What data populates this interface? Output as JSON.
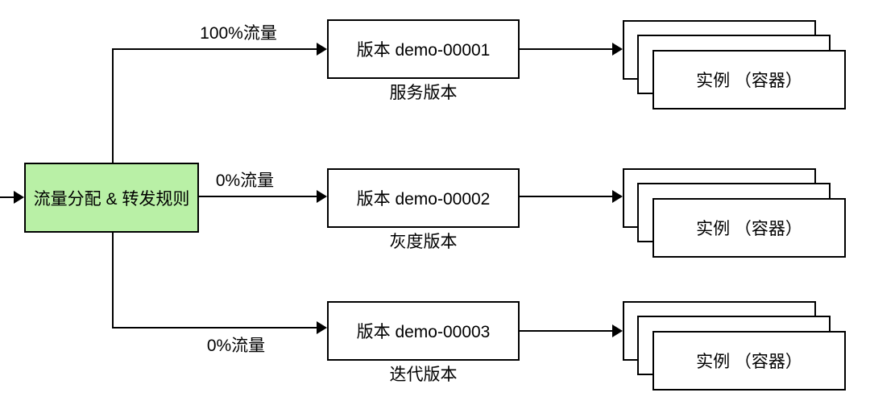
{
  "diagram": {
    "router": {
      "label": "流量分配 & 转发规则"
    },
    "rows": [
      {
        "traffic": "100%流量",
        "version": "版本 demo-00001",
        "caption": "服务版本",
        "instance": "实例 （容器）"
      },
      {
        "traffic": "0%流量",
        "version": "版本 demo-00002",
        "caption": "灰度版本",
        "instance": "实例 （容器）"
      },
      {
        "traffic": "0%流量",
        "version": "版本 demo-00003",
        "caption": "迭代版本",
        "instance": "实例 （容器）"
      }
    ],
    "colors": {
      "router_fill": "#b9f0a6",
      "stroke": "#000000",
      "box_fill": "#ffffff"
    }
  }
}
